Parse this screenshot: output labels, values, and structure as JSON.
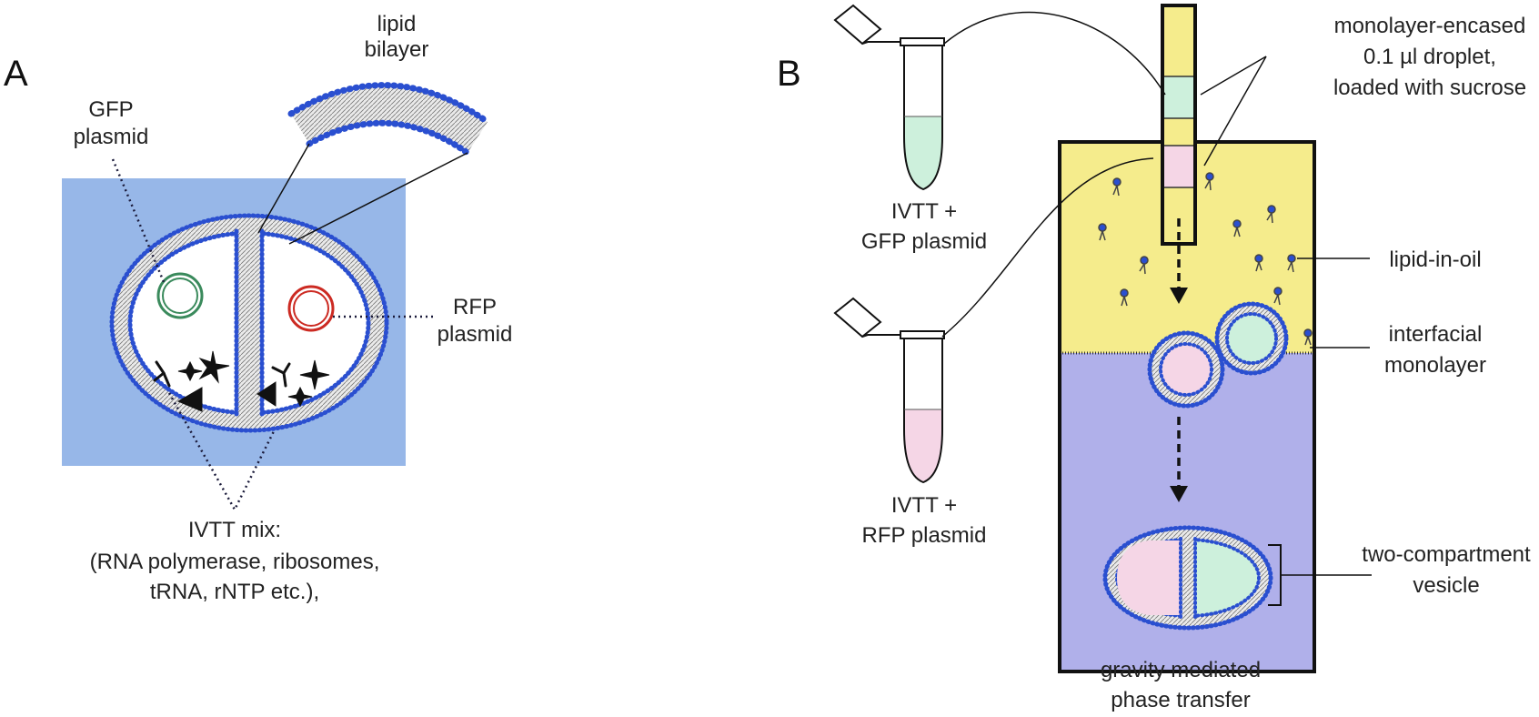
{
  "panel_a": {
    "letter": "A",
    "lipid_bilayer": [
      "lipid",
      "bilayer"
    ],
    "gfp_plasmid": [
      "GFP",
      "plasmid"
    ],
    "rfp_plasmid": [
      "RFP",
      "plasmid"
    ],
    "ivtt_mix": [
      "IVTT mix:",
      "(RNA polymerase, ribosomes,",
      "tRNA, rNTP etc.),"
    ]
  },
  "panel_b": {
    "letter": "B",
    "tube_gfp": [
      "IVTT +",
      "GFP plasmid"
    ],
    "tube_rfp": [
      "IVTT +",
      "RFP plasmid"
    ],
    "droplet_label": [
      "monolayer-encased",
      "0.1 µl droplet,",
      "loaded with sucrose"
    ],
    "lipid_in_oil": "lipid-in-oil",
    "interfacial": [
      "interfacial",
      "monolayer"
    ],
    "two_compartment": [
      "two-compartment",
      "vesicle"
    ],
    "gravity": [
      "gravity mediated",
      "phase transfer"
    ]
  },
  "colors": {
    "blue_bg": "#97b7e8",
    "oil_yellow": "#f5ec8c",
    "water_purple": "#b0b0ea",
    "gfp_green": "#cdf0dc",
    "rfp_pink": "#f5d6e6",
    "gfp_ring": "#3a8a5c",
    "rfp_ring": "#cc2a22",
    "lipid_head": "#2a4fd0"
  }
}
